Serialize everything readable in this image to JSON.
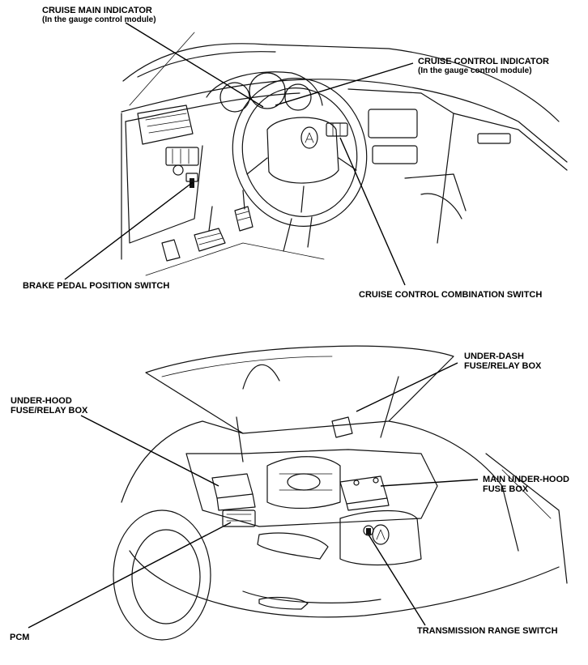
{
  "labels": {
    "cruise_main": {
      "line1": "CRUISE MAIN INDICATOR",
      "line2": "(In the gauge control module)"
    },
    "cruise_control_indicator": {
      "line1": "CRUISE CONTROL INDICATOR",
      "line2": "(In the gauge control module)"
    },
    "brake_pedal": {
      "line1": "BRAKE PEDAL POSITION SWITCH"
    },
    "cruise_combination": {
      "line1": "CRUISE CONTROL COMBINATION SWITCH"
    },
    "under_dash": {
      "line1": "UNDER-DASH",
      "line2": "FUSE/RELAY BOX"
    },
    "under_hood": {
      "line1": "UNDER-HOOD",
      "line2": "FUSE/RELAY BOX"
    },
    "main_under_hood": {
      "line1": "MAIN UNDER-HOOD",
      "line2": "FUSE BOX"
    },
    "pcm": {
      "line1": "PCM"
    },
    "transmission_range": {
      "line1": "TRANSMISSION RANGE SWITCH"
    }
  }
}
